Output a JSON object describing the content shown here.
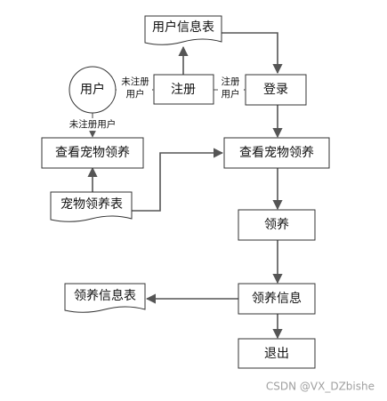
{
  "diagram": {
    "nodes": {
      "user": "用户",
      "user_info_table": "用户信息表",
      "register": "注册",
      "login": "登录",
      "view_pets_left": "查看宠物领养",
      "view_pets_right": "查看宠物领养",
      "pet_adoption_table": "宠物领养表",
      "adopt": "领养",
      "adoption_info": "领养信息",
      "adoption_info_table": "领养信息表",
      "logout": "退出"
    },
    "edge_labels": {
      "unregistered_user_right_line1": "未注册",
      "unregistered_user_right_line2": "用户",
      "registered_user_line1": "注册",
      "registered_user_line2": "用户",
      "unregistered_user_down": "未注册用户"
    }
  },
  "watermark": "CSDN @VX_DZbishe"
}
